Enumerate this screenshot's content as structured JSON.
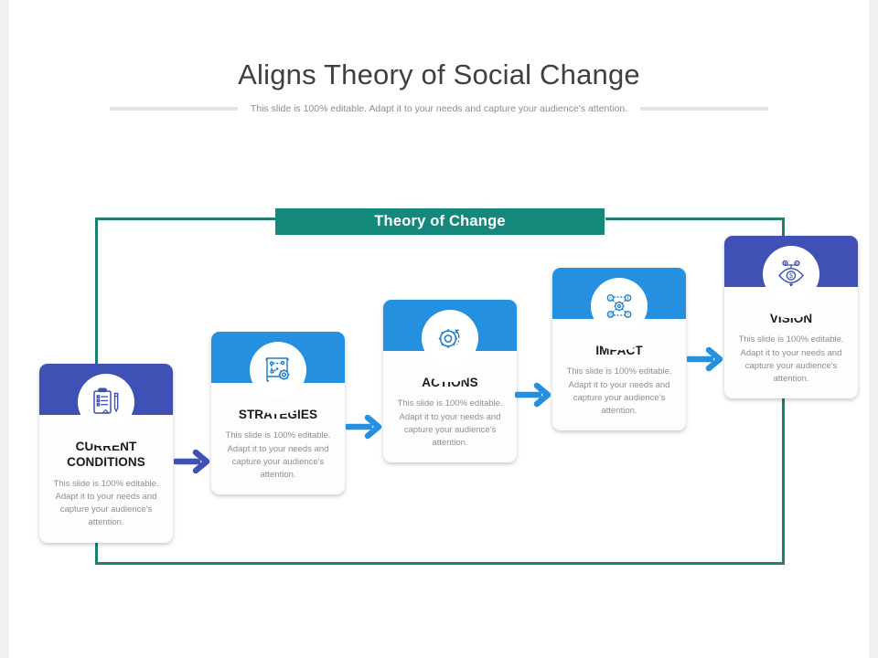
{
  "slide": {
    "title": "Aligns Theory of Social Change",
    "subtitle": "This slide is 100% editable. Adapt it to your needs and capture your audience's attention.",
    "banner_label": "Theory of Change",
    "colors": {
      "indigo": "#3f51b5",
      "blue": "#2590e0",
      "teal": "#14897b",
      "frame_teal": "#1b7f72",
      "title_text": "#404040",
      "body_text": "#8e8e8e"
    }
  },
  "steps": [
    {
      "title": "CURRENT\nCONDITIONS",
      "title_line1": "CURRENT",
      "title_line2": "CONDITIONS",
      "text": "This slide is 100% editable. Adapt it to your needs and capture your audience's attention.",
      "icon": "clipboard-checklist-icon",
      "header_color": "#3f51b5"
    },
    {
      "title": "STRATEGIES",
      "title_line1": "STRATEGIES",
      "title_line2": "",
      "text": "This slide is 100% editable. Adapt it to your needs and capture your audience's attention.",
      "icon": "strategy-board-gear-icon",
      "header_color": "#2590e0"
    },
    {
      "title": "ACTIONS",
      "title_line1": "ACTIONS",
      "title_line2": "",
      "text": "This slide is 100% editable. Adapt it to your needs and capture your audience's attention.",
      "icon": "gear-refresh-icon",
      "header_color": "#2590e0"
    },
    {
      "title": "IMPACT",
      "title_line1": "IMPACT",
      "title_line2": "",
      "text": "This slide is 100% editable. Adapt it to your needs and capture your audience's attention.",
      "icon": "network-hub-gear-icon",
      "header_color": "#2590e0"
    },
    {
      "title": "VISION",
      "title_line1": "VISION",
      "title_line2": "",
      "text": "This slide is 100% editable. Adapt it to your needs and capture your audience's attention.",
      "icon": "eye-dollar-vision-icon",
      "header_color": "#3f51b5"
    }
  ],
  "arrows": [
    {
      "name": "arrow-current-to-strategies",
      "color": "#3f51b5"
    },
    {
      "name": "arrow-strategies-to-actions",
      "color": "#2590e0"
    },
    {
      "name": "arrow-actions-to-impact",
      "color": "#2590e0"
    },
    {
      "name": "arrow-impact-to-vision",
      "color": "#2590e0"
    }
  ]
}
